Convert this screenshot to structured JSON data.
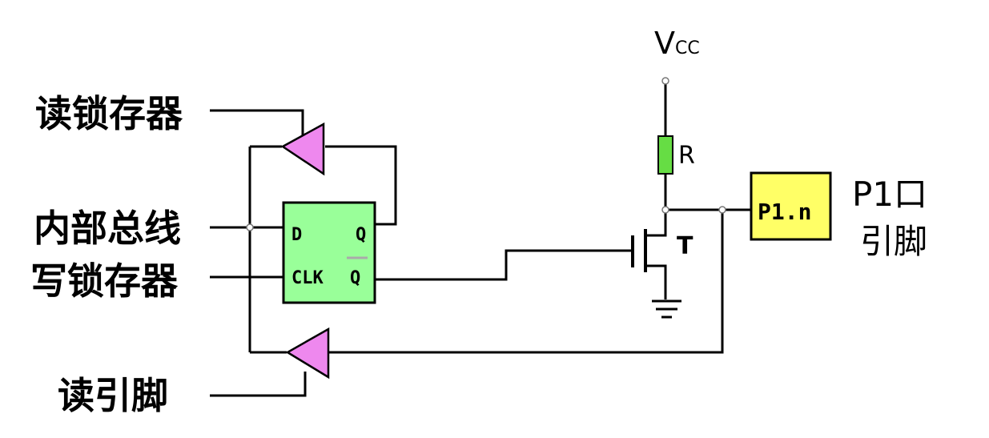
{
  "labels": {
    "read_latch": "读锁存器",
    "internal_bus": "内部总线",
    "write_latch": "写锁存器",
    "read_pin": "读引脚",
    "vcc_main": "V",
    "vcc_sub": "CC",
    "resistor": "R",
    "transistor": "T",
    "port_title": "P1口",
    "port_subtitle": "引脚"
  },
  "latch": {
    "d": "D",
    "q": "Q",
    "clk": "CLK",
    "qbar": "Q"
  },
  "pin_box": {
    "label": "P1.n"
  },
  "colors": {
    "latch_fill": "#99ff99",
    "buffer_fill": "#ee88ee",
    "resistor_fill": "#66dd44",
    "pin_fill": "#ffff66",
    "wire": "#000000"
  }
}
